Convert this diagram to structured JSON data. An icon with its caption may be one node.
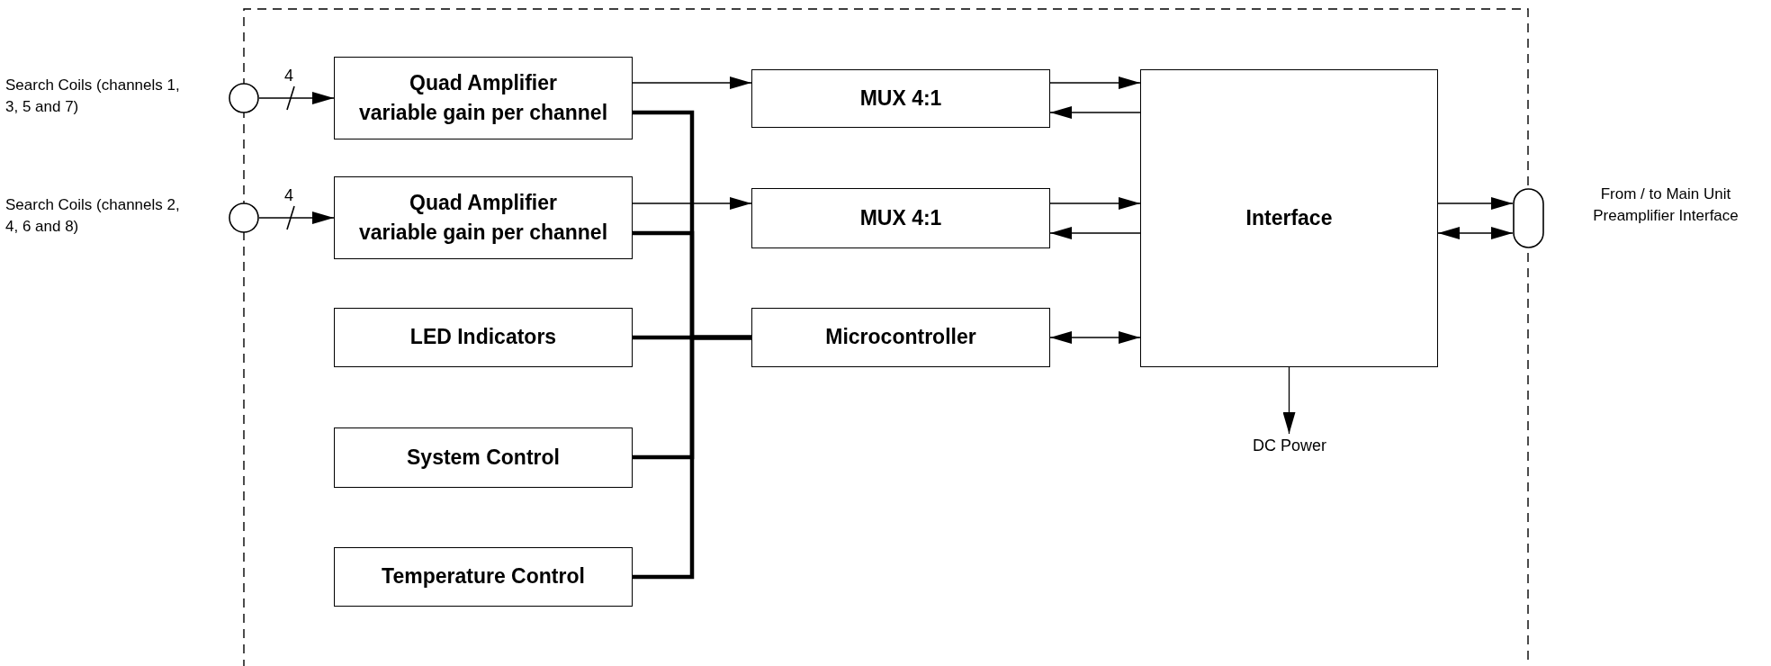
{
  "diagram": {
    "nodes": [
      {
        "text": [],
        "shape": "circle",
        "beside": [
          "Search Coils (channels 1, 3, 5 and 7)"
        ]
      },
      {
        "text": [
          "Quad Amplifier",
          "variable gain per channel"
        ]
      },
      {
        "text": [
          "MUX 4:1"
        ]
      },
      {
        "text": [
          "Interface"
        ]
      },
      {
        "text": [],
        "shape": "capsule",
        "beside": [
          "From / to Main Unit Preamplifier Interface"
        ]
      },
      {
        "text": [],
        "shape": "circle",
        "beside": [
          "Search Coils (channels 2, 4, 6 and 8)"
        ]
      },
      {
        "text": [
          "Quad Amplifier",
          "variable gain per channel"
        ]
      },
      {
        "text": [
          "MUX 4:1"
        ]
      },
      {
        "text": [
          "LED Indicators"
        ]
      },
      {
        "text": [
          "Microcontroller"
        ]
      },
      {
        "text": [
          "DC Power"
        ]
      },
      {
        "text": [
          "System Control"
        ]
      },
      {
        "text": [
          "Temperature Control"
        ]
      }
    ],
    "edges": [
      {
        "from": 0,
        "to": 1,
        "arrow": "to",
        "label": "4"
      },
      {
        "from": 5,
        "to": 6,
        "arrow": "to",
        "label": "4"
      },
      {
        "from": 1,
        "to": 2,
        "arrow": "to"
      },
      {
        "from": 6,
        "to": 7,
        "arrow": "to"
      },
      {
        "from": 2,
        "to": 3,
        "arrow": "to"
      },
      {
        "from": 3,
        "to": 2,
        "arrow": "to"
      },
      {
        "from": 7,
        "to": 3,
        "arrow": "to"
      },
      {
        "from": 3,
        "to": 7,
        "arrow": "to"
      },
      {
        "from": 9,
        "to": 3,
        "arrow": "both"
      },
      {
        "from": 3,
        "to": 4,
        "arrow": "to"
      },
      {
        "from": 3,
        "to": 4,
        "arrow": "both"
      },
      {
        "from": 3,
        "to": 10,
        "arrow": "to"
      },
      {
        "from": 1,
        "to": 9,
        "arrow": "none",
        "style": "thick"
      },
      {
        "from": 6,
        "to": 9,
        "arrow": "none",
        "style": "thick"
      },
      {
        "from": 8,
        "to": 9,
        "arrow": "none",
        "style": "thick"
      },
      {
        "from": 11,
        "to": 9,
        "arrow": "none",
        "style": "thick"
      },
      {
        "from": 12,
        "to": 9,
        "arrow": "none",
        "style": "thick"
      }
    ]
  }
}
